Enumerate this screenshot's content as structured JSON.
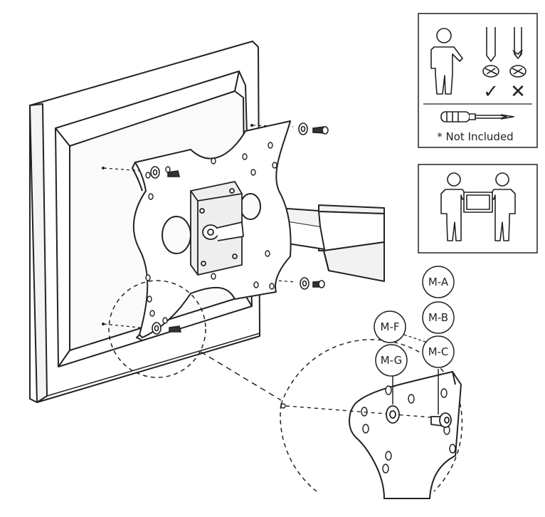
{
  "panels": {
    "tools_note": "* Not Included",
    "mark_ok": "✓",
    "mark_bad": "✕"
  },
  "callouts": {
    "m_a": "M-A",
    "m_b": "M-B",
    "m_c": "M-C",
    "m_f": "M-F",
    "m_g": "M-G"
  },
  "colors": {
    "line": "#222222",
    "fill": "#ffffff",
    "shade": "#f3f3f3"
  },
  "icons": [
    "person-icon",
    "screwdriver-icon",
    "check-icon",
    "cross-icon",
    "two-person-lift-icon",
    "screw-icon",
    "washer-icon"
  ]
}
